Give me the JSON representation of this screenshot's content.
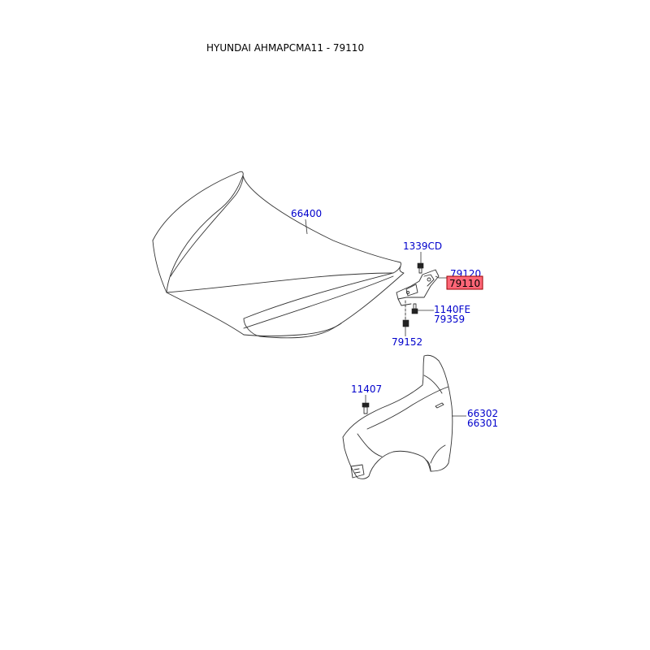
{
  "title": "HYUNDAI AHMAPCMA11 - 79110",
  "colors": {
    "label": "#0000cc",
    "label_selected": "#000000",
    "highlight_fill": "#ff6677",
    "line": "#333333"
  },
  "labels": {
    "hood": "66400",
    "bolt_1339cd": "1339CD",
    "hinge_rh": "79120",
    "hinge_lh": "79110",
    "bolt_1140fe": "1140FE",
    "part_79359": "79359",
    "part_79152": "79152",
    "bolt_11407": "11407",
    "fender_rh": "66302",
    "fender_lh": "66301"
  },
  "selected_part": "79110"
}
